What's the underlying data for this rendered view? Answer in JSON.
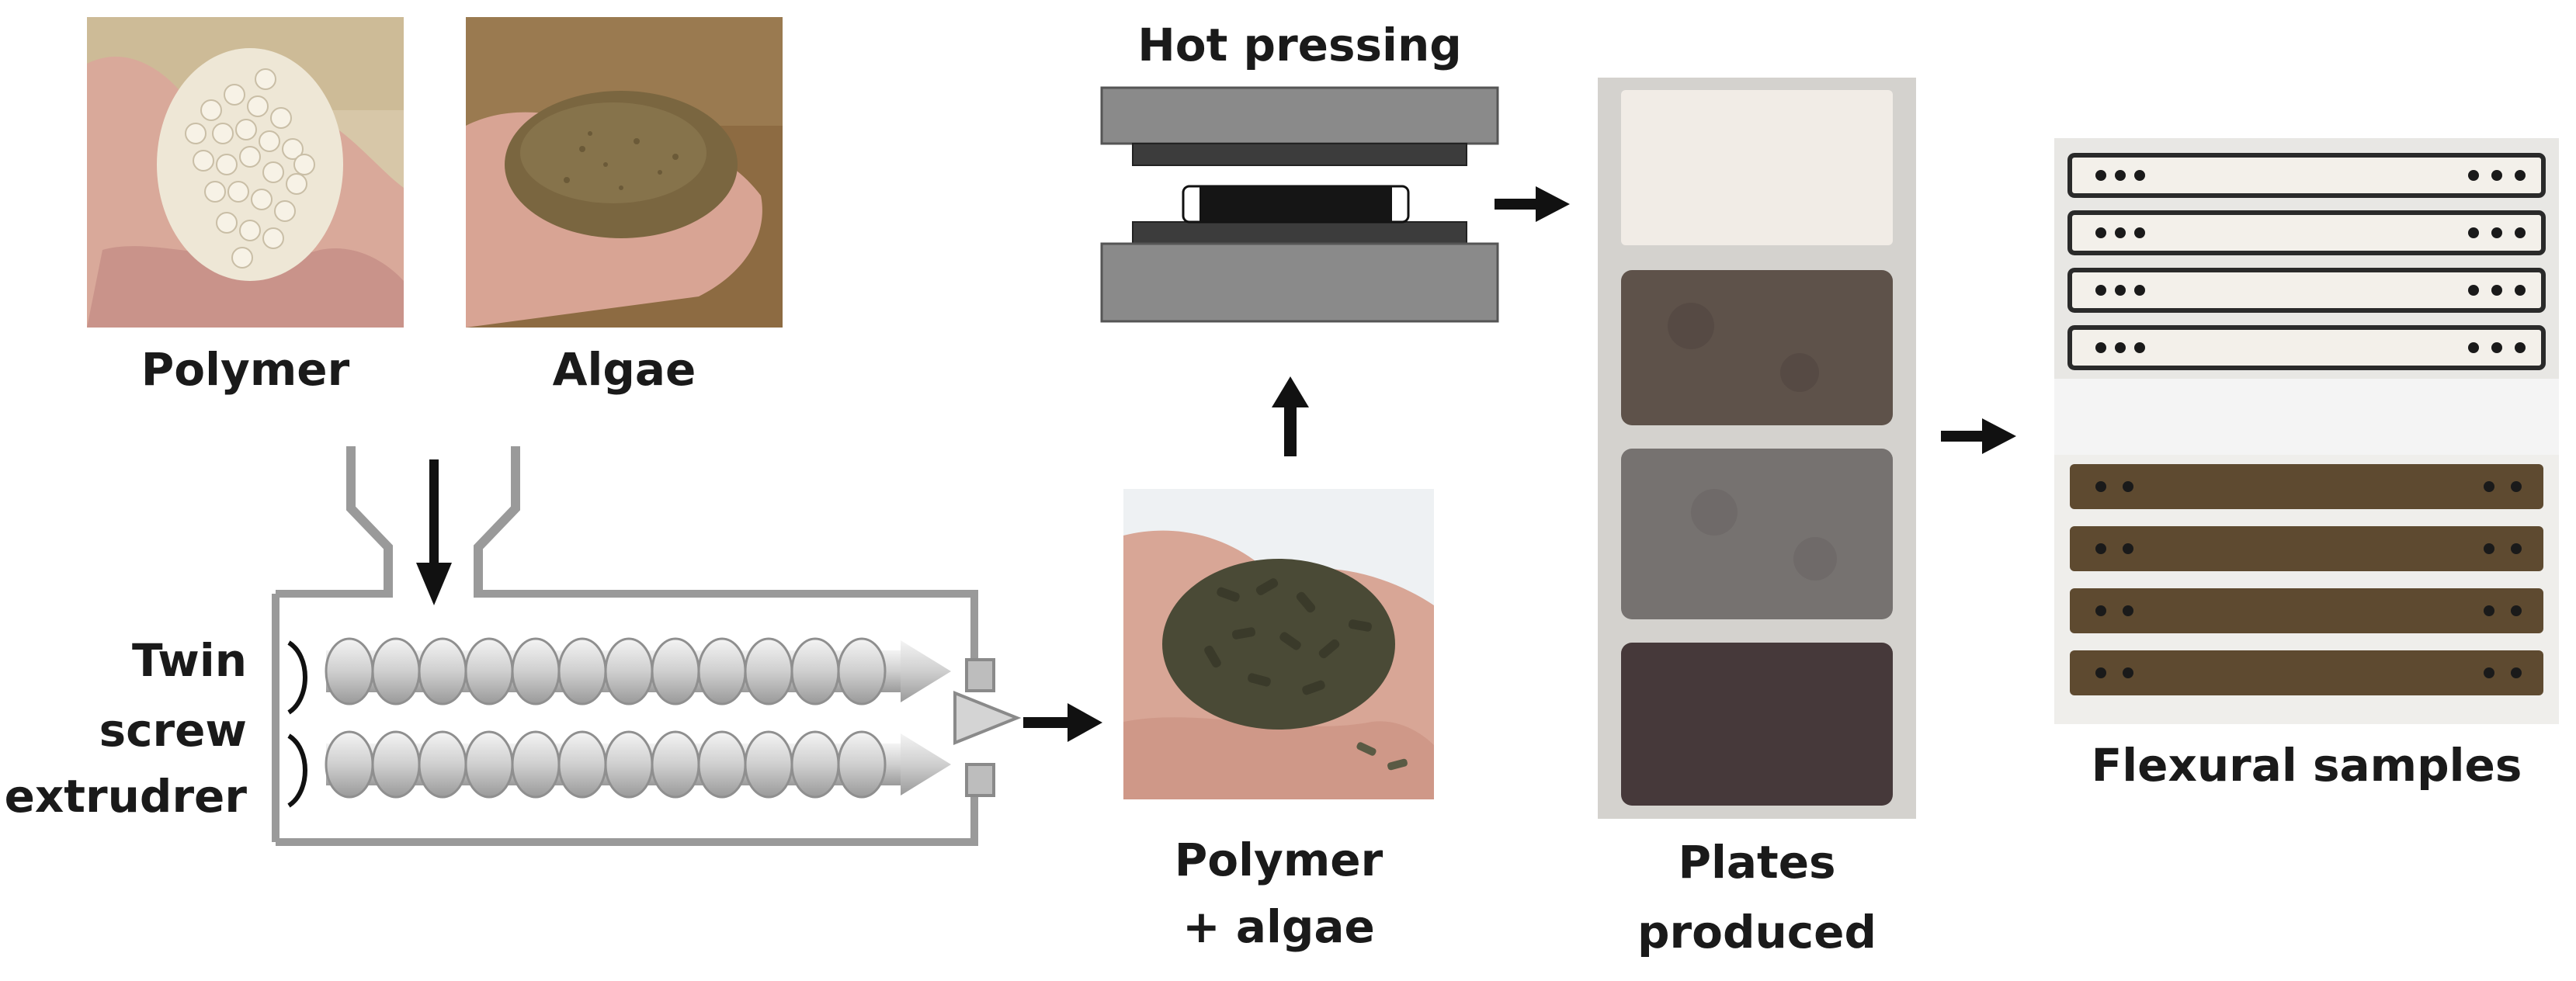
{
  "labels": {
    "polymer": "Polymer",
    "algae": "Algae",
    "hot_pressing": "Hot pressing",
    "twin": "Twin",
    "screw": "screw",
    "extruder": "extrudrer",
    "mix_line1": "Polymer",
    "mix_line2": "+ algae",
    "plates_line1": "Plates",
    "plates_line2": "produced",
    "flexural": "Flexural samples"
  },
  "colors": {
    "polymer_pellets": "#ece4d2",
    "algae_powder": "#7a6640",
    "mixed_pellets": "#4a4a36",
    "plate_white": "#f1ece6",
    "plate_dark": "#5e524a",
    "plate_grey": "#767270",
    "plate_darkest": "#46393a",
    "sample_white": "#f3f0ea",
    "sample_brown": "#5e4a30",
    "press_grey": "#8a8a8a",
    "press_black": "#151515"
  },
  "icons": [
    "down-arrow-icon",
    "right-arrow-icon",
    "up-arrow-icon"
  ]
}
